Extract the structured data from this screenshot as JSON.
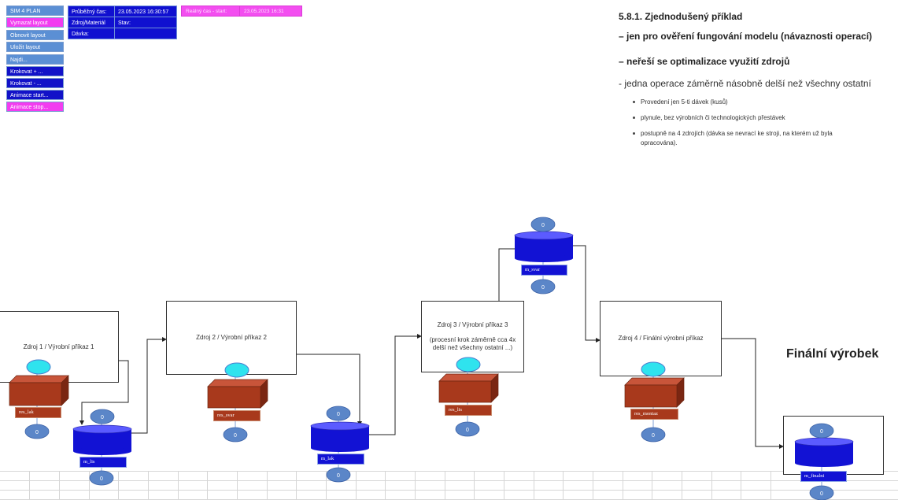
{
  "macro_buttons": [
    {
      "label": "SIM 4 PLAN",
      "style": "light"
    },
    {
      "label": "Vymazat layout",
      "style": "pink"
    },
    {
      "label": "Obnovit layout",
      "style": "light"
    },
    {
      "label": "Uložit layout",
      "style": "light"
    },
    {
      "label": "Najdi...",
      "style": "light"
    },
    {
      "label": "Krokovat + ...",
      "style": "dark"
    },
    {
      "label": "Krokovat - ...",
      "style": "dark"
    },
    {
      "label": "Animace start...",
      "style": "dark"
    },
    {
      "label": "Animace stop...",
      "style": "pink"
    }
  ],
  "info": {
    "prubezny_label": "Průběžný čas:",
    "prubezny_value": "23.05.2023 16:30:57",
    "zdroj_label": "Zdroj/Materiál",
    "stav_label": "Stav:",
    "davka_label": "Dávka:",
    "realny_label": "Reálný čas - start:",
    "realny_value": "23.05.2023 16:31"
  },
  "slide": {
    "title": "5.8.1. Zjednodušený příklad",
    "line1": "– jen pro ověření fungování modelu (návaznosti operací)",
    "line2": "– neřeší se optimalizace využití zdrojů",
    "line3": "- jedna operace záměrně násobně delší než všechny ostatní",
    "bullets": [
      "Provedení jen 5-ti dávek (kusů)",
      "plynule, bez výrobních či technologických přestávek",
      "postupně na 4 zdrojích (dávka se nevrací ke stroji, na kterém už byla",
      "opracována)."
    ],
    "final_product": "Finální výrobek"
  },
  "processes": [
    {
      "name": "Zdroj 1 / Výrobní příkaz 1",
      "note": ""
    },
    {
      "name": "Zdroj 2 / Výrobní příkaz 2",
      "note": ""
    },
    {
      "name": "Zdroj 3 / Výrobní příkaz 3",
      "note": "(procesní krok záměrně cca 4x delší než všechny ostatní ...)"
    },
    {
      "name": "Zdroj 4 / Finální výrobní příkaz",
      "note": ""
    }
  ],
  "resources": [
    "res_lak",
    "res_svar",
    "res_lis",
    "res_montaz"
  ],
  "materials": [
    "m_lis",
    "m_lak",
    "m_svar",
    "m_finalni"
  ],
  "counters": {
    "m_lis_top": "0",
    "m_lis_bottom": "0",
    "m_lak_top": "0",
    "m_lak_bottom": "0",
    "m_svar_top": "0",
    "m_svar_bottom": "0",
    "m_finalni_top": "0",
    "m_finalni_bottom": "0",
    "res_lak": "0",
    "res_svar": "0",
    "res_lis": "0",
    "res_montaz": "0"
  },
  "colors": {
    "blue": "#1212d4",
    "cyan": "#2fe3ee",
    "brick": "#a8391c",
    "pink": "#f23cf0",
    "counter": "#5b86c8"
  }
}
